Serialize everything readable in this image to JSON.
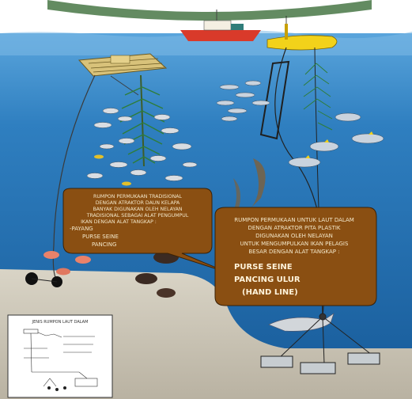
{
  "left_bubble": {
    "lines": [
      "RUMPON PERMUKAAN TRADISIONAL",
      "DENGAN ATRAKTOR DAUN KELAPA",
      "BANYAK DIGUNAKAN OLEH NELAYAN",
      "TRADISIONAL SEBAGAI ALAT PENGUMPUL",
      "IKAN DENGAN ALAT TANGKAP :"
    ],
    "gear": [
      "-PAYANG",
      "PURSE SEINE",
      "PANCING"
    ]
  },
  "right_bubble": {
    "lines": [
      "RUMPON PERMUKAAN UNTUK LAUT DALAM",
      "DENGAN ATRAKTOR PITA PLASTIK",
      "DIGUNAKAN OLEH NELAYAN",
      "UNTUK MENGUMPULKAN IKAN PELAGIS",
      "BESAR DENGAN ALAT TANGKAP :"
    ],
    "gear": [
      "PURSE SEINE",
      "PANCING ULUR",
      "(HAND LINE)"
    ]
  },
  "inset": {
    "title": "JENIS RUMPON LAUT DALAM"
  },
  "colors": {
    "sky": "#ffffff",
    "sea_top": "#2f86c8",
    "sea_deep": "#1a5e9c",
    "seabed": "#c9c3b5",
    "bubble": "#8a4f12",
    "raft": "#d8c27a",
    "buoy": "#f2d21a",
    "boat": "#d93a2a"
  }
}
